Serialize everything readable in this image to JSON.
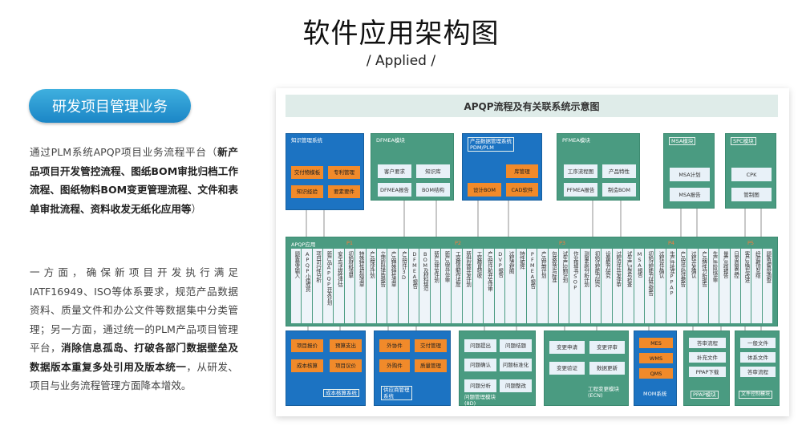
{
  "header": {
    "title": "软件应用架构图",
    "subtitle": "/ Applied /"
  },
  "section": {
    "label": "研发项目管理业务"
  },
  "para1": {
    "lead": "通过PLM系统APQP项目业务流程平台（",
    "bold": "新产品项目开发管控流程、图纸BOM审批归档工作流程、图纸物料BOM变更管理流程、文件和表单审批流程、资料收发无纸化应用等",
    "tail": "）"
  },
  "para2": {
    "lead": "一方面，确保新项目开发执行满足IATF16949、ISO等体系要求，规范产品数据资料、质量文件和办公文件等数据集中分类管理；另一方面，通过统一的PLM产品项目管理平台，",
    "bold": "消除信息孤岛、打破各部门数据壁垒及数据版本重复多处引用及版本统一",
    "tail": "，从研发、项目与业务流程管理方面降本增效。"
  },
  "diagram": {
    "title": "APQP流程及有关联系统示意图",
    "top_modules": [
      {
        "title": "知识管理系统",
        "style": "blue",
        "chips": [
          "交付物模板",
          "专利管理",
          "知识经验",
          "要素要件"
        ]
      },
      {
        "title": "DFMEA模块",
        "style": "green",
        "chips": [
          "客户要求",
          "知识库",
          "DFMEA报告",
          "BOM结构"
        ]
      },
      {
        "title": "产品数据管理系统\nPDM/PLM",
        "style": "blue",
        "chips": [
          "库管理",
          "设计BOM",
          "CAD软件"
        ]
      },
      {
        "title": "PFMEA模块",
        "style": "green",
        "chips": [
          "工序流程图",
          "产品特性",
          "PFMEA报告",
          "制造BOM"
        ]
      },
      {
        "title": "MSA模块",
        "style": "green",
        "chips": [
          "MSA计划",
          "MSA报告"
        ]
      },
      {
        "title": "SPC模块",
        "style": "green",
        "chips": [
          "CPK",
          "管制图"
        ]
      }
    ],
    "bar": {
      "label": "APQP应用",
      "phases": [
        "P1",
        "P2",
        "P3",
        "P4",
        "P5"
      ],
      "columns": [
        "顾客需求输入",
        "APQP小组成员",
        "项目可行性分析",
        "新产品APQP开发计划",
        "安全与法规性评估",
        "初始材料清单",
        "特殊特性初始清单",
        "产品保证计划",
        "立项阶段评审报告",
        "产品特殊特性清单",
        "产品设计3D",
        "DFMEA报告",
        "BOM及材料规范",
        "新产品开发计划",
        "新产品设计评审",
        "工装模具制作进度",
        "新供应商开发计划",
        "工装模具验收",
        "产品设计和开发评审",
        "DVP报告",
        "过程流程图",
        "特性矩阵",
        "PFMEA报告",
        "产品控制计划",
        "包装规范与标准",
        "试生产控制计划",
        "作业指导书SOP",
        "测量系统分析计划",
        "初始过程能力研究",
        "设备能力研究",
        "过程设计开发评审",
        "试生产记录与检查",
        "MSA报告",
        "初始过程能力研究报告",
        "过程设计确认",
        "生产件批准PPAP",
        "产品设计验证报告",
        "过程开发确认",
        "产品特性分析报告",
        "生产件阶段评审",
        "量产总结报告",
        "日常质量监控",
        "客户反馈与改进",
        "经验教训总结",
        "顾客满意度调查"
      ]
    },
    "bottom_modules": [
      {
        "foot": "成本核算系统",
        "style": "blue",
        "chips": [
          "项目报价",
          "预算支出",
          "成本核算",
          "项目议价"
        ]
      },
      {
        "foot": "供应商管理\n系统",
        "style": "blue",
        "chips": [
          "外协件",
          "交付管理",
          "外购件",
          "质量管理"
        ]
      },
      {
        "foot": "问题管理模块\n(8D)",
        "style": "green",
        "chips": [
          "问题提出",
          "问题结题",
          "问题确认",
          "问题标准化",
          "问题分析",
          "问题整改"
        ]
      },
      {
        "foot": "工程变更模块\n(ECN)",
        "style": "green",
        "chips": [
          "变更申请",
          "变更评审",
          "变更验证",
          "数据更新"
        ]
      },
      {
        "foot": "MOM系统",
        "style": "blue",
        "chips": [
          "MES",
          "WMS",
          "QMS"
        ]
      },
      {
        "foot": "PPAP模块",
        "style": "green",
        "chips": [
          "答审流程",
          "补充文件",
          "PPAP下载"
        ]
      },
      {
        "foot": "文件控制模块",
        "style": "green",
        "chips": [
          "一般文件",
          "体系文件",
          "答审流程"
        ]
      }
    ]
  }
}
